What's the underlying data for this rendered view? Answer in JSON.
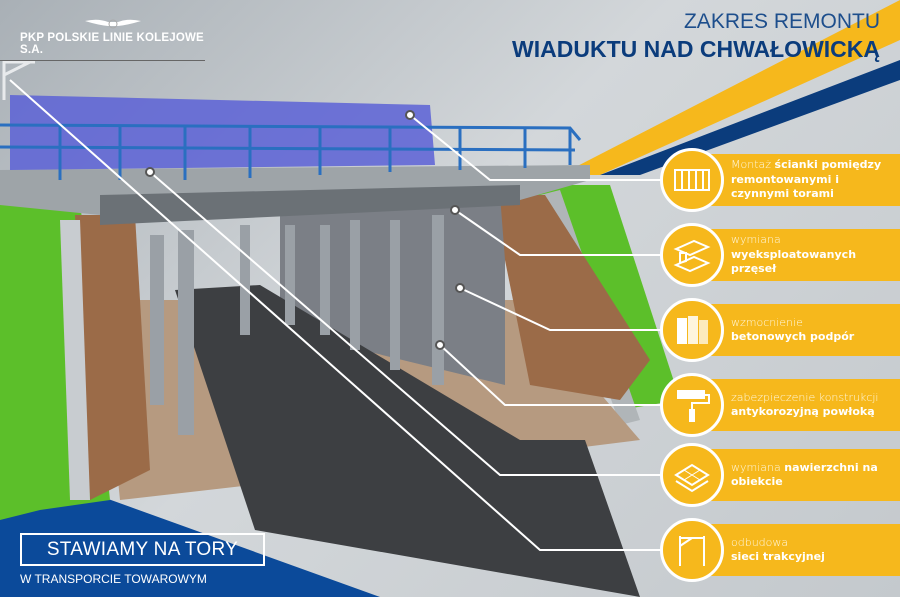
{
  "logo": {
    "text": "PKP POLSKIE LINIE KOLEJOWE S.A.",
    "mark_text": "PKP"
  },
  "title": {
    "line1": "ZAKRES REMONTU",
    "line2": "WIADUKTU NAD CHWAŁOWICKĄ"
  },
  "items": [
    {
      "icon": "wall-panel-icon",
      "light": "Montaż ",
      "bold": "ścianki pomiędzy remontowanymi i czynnymi torami"
    },
    {
      "icon": "steel-beam-icon",
      "light": "wymiana",
      "bold": "wyeksploatowanych przęseł"
    },
    {
      "icon": "concrete-blocks-icon",
      "light": "wzmocnienie",
      "bold": "betonowych podpór"
    },
    {
      "icon": "paint-roller-icon",
      "light": "zabezpieczenie konstrukcji",
      "bold": "antykorozyjną powłoką"
    },
    {
      "icon": "pavement-icon",
      "light": "wymiana ",
      "bold": "nawierzchni na obiekcie"
    },
    {
      "icon": "catenary-pole-icon",
      "light": "odbudowa",
      "bold": "sieci trakcyjnej"
    }
  ],
  "footer": {
    "slogan": "STAWIAMY NA TORY",
    "subtitle": "W TRANSPORCIE TOWAROWYM"
  },
  "colors": {
    "yellow": "#f6b81c",
    "blue": "#0b3c7c",
    "grass": "#5cbf2a",
    "brick": "#8a5a3a"
  }
}
